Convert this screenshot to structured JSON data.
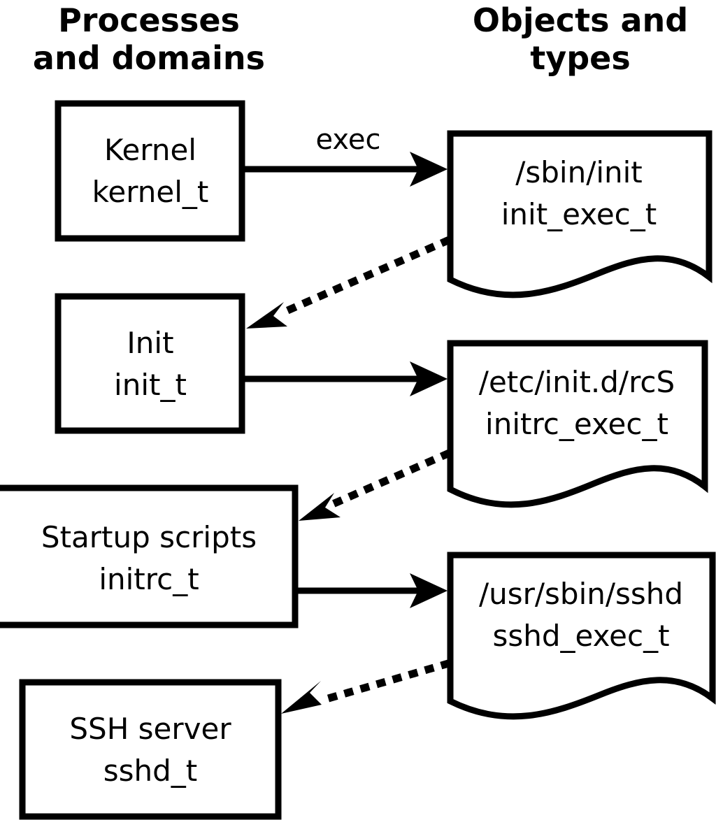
{
  "diagram": {
    "title": "SELinux process domains and object types transition diagram",
    "background_color": "#ffffff",
    "stroke_color": "#000000",
    "headings": {
      "left_line1": "Processes",
      "left_line2": "and domains",
      "right_line1": "Objects and",
      "right_line2": "types"
    },
    "process_nodes": [
      {
        "id": "kernel",
        "line1": "Kernel",
        "line2": "kernel_t"
      },
      {
        "id": "init",
        "line1": "Init",
        "line2": "init_t"
      },
      {
        "id": "initrc",
        "line1": "Startup scripts",
        "line2": "initrc_t"
      },
      {
        "id": "sshd",
        "line1": "SSH server",
        "line2": "sshd_t"
      }
    ],
    "object_nodes": [
      {
        "id": "init_exec",
        "line1": "/sbin/init",
        "line2": "init_exec_t"
      },
      {
        "id": "initrc_exec",
        "line1": "/etc/init.d/rcS",
        "line2": "initrc_exec_t"
      },
      {
        "id": "sshd_exec",
        "line1": "/usr/sbin/sshd",
        "line2": "sshd_exec_t"
      }
    ],
    "edges": [
      {
        "id": "kernel-to-init-exec",
        "from": "kernel",
        "to": "init_exec",
        "style": "solid",
        "label": "exec"
      },
      {
        "id": "init-exec-to-init",
        "from": "init_exec",
        "to": "init",
        "style": "dotted",
        "label": ""
      },
      {
        "id": "init-to-initrc-exec",
        "from": "init",
        "to": "initrc_exec",
        "style": "solid",
        "label": ""
      },
      {
        "id": "initrc-exec-to-initrc",
        "from": "initrc_exec",
        "to": "initrc",
        "style": "dotted",
        "label": ""
      },
      {
        "id": "initrc-to-sshd-exec",
        "from": "initrc",
        "to": "sshd_exec",
        "style": "solid",
        "label": ""
      },
      {
        "id": "sshd-exec-to-sshd",
        "from": "sshd_exec",
        "to": "sshd",
        "style": "dotted",
        "label": ""
      }
    ]
  }
}
